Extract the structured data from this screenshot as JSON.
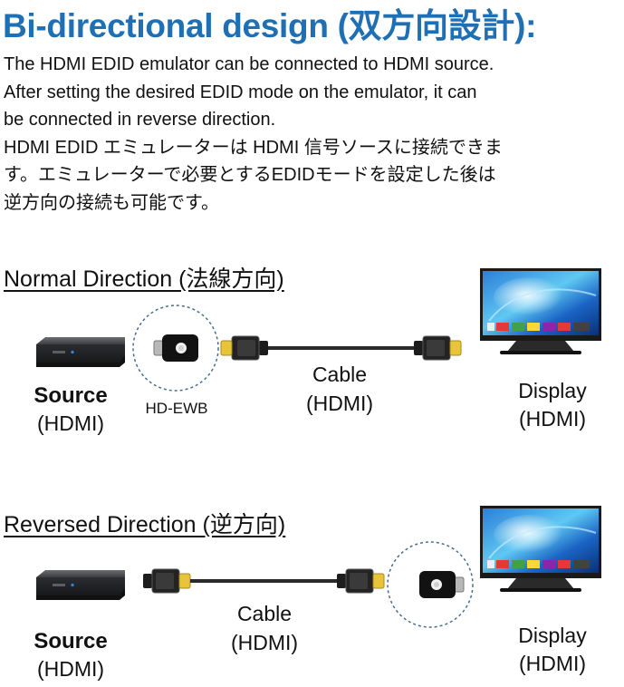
{
  "title": "Bi-directional design (双方向設計):",
  "description_lines": [
    "The HDMI EDID emulator can be connected to HDMI source.",
    "After setting the desired EDID mode on the emulator, it can",
    "be connected in reverse direction.",
    "HDMI EDID エミュレーターは HDMI 信号ソースに接続できま",
    "す。エミュレーターで必要とするEDIDモードを設定した後は",
    "逆方向の接続も可能です。"
  ],
  "normal": {
    "heading": "Normal Direction (法線方向)",
    "source": {
      "name": "Source",
      "type": "(HDMI)"
    },
    "emulator_label": "HD-EWB",
    "cable": {
      "name": "Cable",
      "type": "(HDMI)"
    },
    "display": {
      "name": "Display",
      "type": "(HDMI)"
    }
  },
  "reversed": {
    "heading": "Reversed Direction (逆方向)",
    "source": {
      "name": "Source",
      "type": "(HDMI)"
    },
    "cable": {
      "name": "Cable",
      "type": "(HDMI)"
    },
    "display": {
      "name": "Display",
      "type": "(HDMI)"
    }
  },
  "colors": {
    "title": "#1f6fb5",
    "connector_tip": "#e8c43a",
    "dashed_circle": "#4a6d8c",
    "cable": "#2a2a2a"
  }
}
